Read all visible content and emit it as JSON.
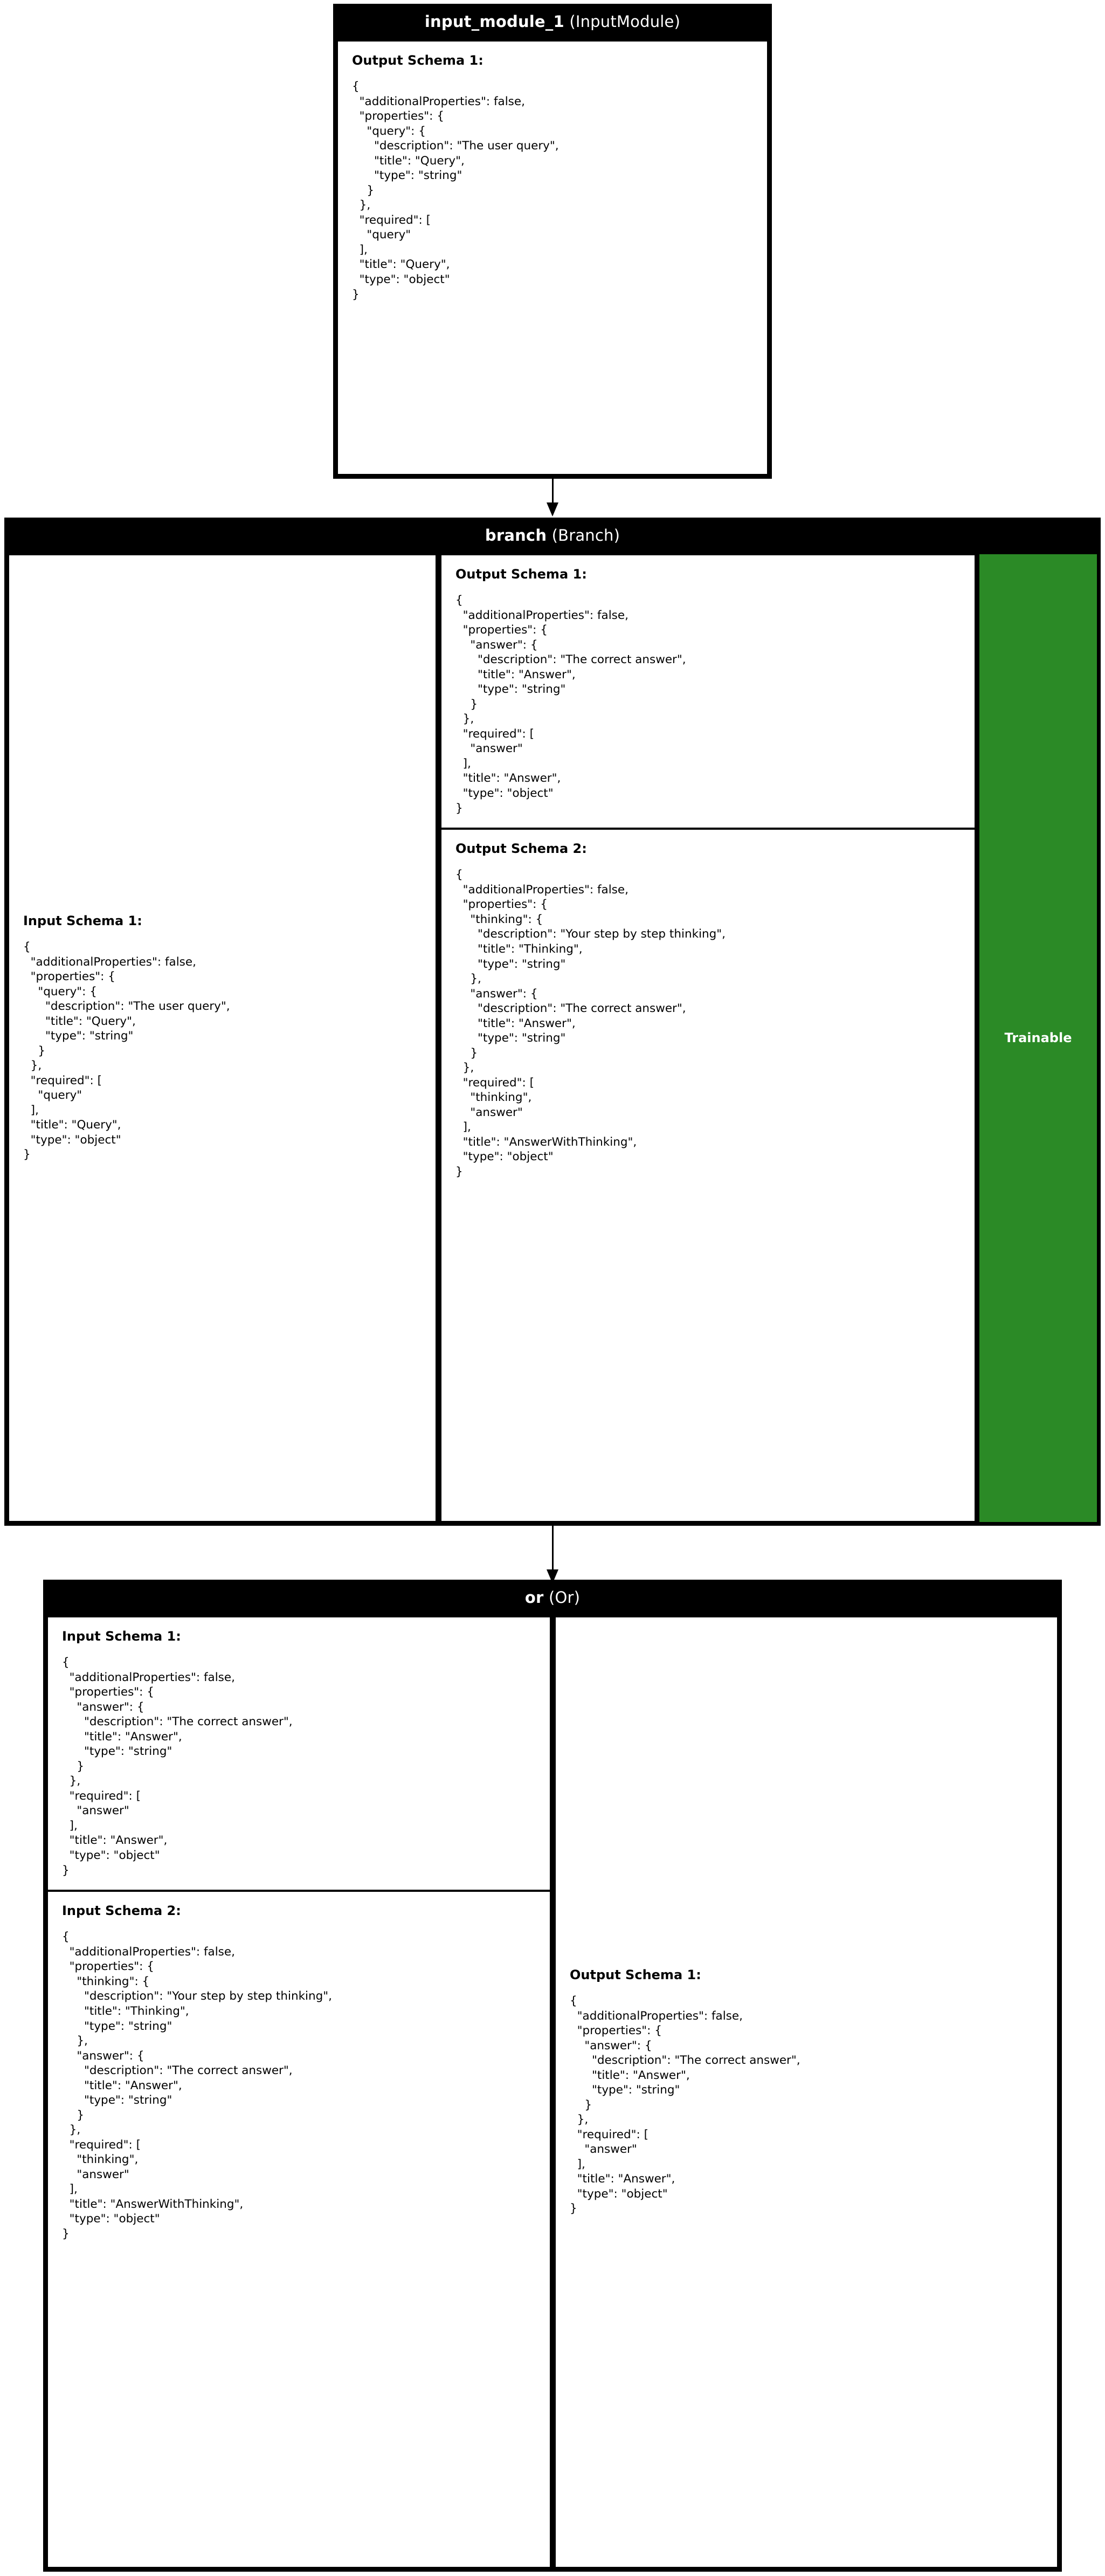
{
  "diagram": {
    "colors": {
      "module_header_bg": "#000000",
      "module_header_text": "#ffffff",
      "trainable_bg": "#2b8a26",
      "trainable_text": "#ffffff",
      "box_border": "#000000",
      "page_bg": "#ffffff"
    }
  },
  "modules": {
    "input_module": {
      "name": "input_module_1",
      "type": "(InputModule)",
      "output_schema_1": {
        "label": "Output Schema 1:",
        "code": "{\n  \"additionalProperties\": false,\n  \"properties\": {\n    \"query\": {\n      \"description\": \"The user query\",\n      \"title\": \"Query\",\n      \"type\": \"string\"\n    }\n  },\n  \"required\": [\n    \"query\"\n  ],\n  \"title\": \"Query\",\n  \"type\": \"object\"\n}"
      }
    },
    "branch": {
      "name": "branch",
      "type": "(Branch)",
      "input_schema_1": {
        "label": "Input Schema 1:",
        "code": "{\n  \"additionalProperties\": false,\n  \"properties\": {\n    \"query\": {\n      \"description\": \"The user query\",\n      \"title\": \"Query\",\n      \"type\": \"string\"\n    }\n  },\n  \"required\": [\n    \"query\"\n  ],\n  \"title\": \"Query\",\n  \"type\": \"object\"\n}"
      },
      "output_schema_1": {
        "label": "Output Schema 1:",
        "code": "{\n  \"additionalProperties\": false,\n  \"properties\": {\n    \"answer\": {\n      \"description\": \"The correct answer\",\n      \"title\": \"Answer\",\n      \"type\": \"string\"\n    }\n  },\n  \"required\": [\n    \"answer\"\n  ],\n  \"title\": \"Answer\",\n  \"type\": \"object\"\n}"
      },
      "output_schema_2": {
        "label": "Output Schema 2:",
        "code": "{\n  \"additionalProperties\": false,\n  \"properties\": {\n    \"thinking\": {\n      \"description\": \"Your step by step thinking\",\n      \"title\": \"Thinking\",\n      \"type\": \"string\"\n    },\n    \"answer\": {\n      \"description\": \"The correct answer\",\n      \"title\": \"Answer\",\n      \"type\": \"string\"\n    }\n  },\n  \"required\": [\n    \"thinking\",\n    \"answer\"\n  ],\n  \"title\": \"AnswerWithThinking\",\n  \"type\": \"object\"\n}"
      },
      "trainable_label": "Trainable"
    },
    "or": {
      "name": "or",
      "type": "(Or)",
      "input_schema_1": {
        "label": "Input Schema 1:",
        "code": "{\n  \"additionalProperties\": false,\n  \"properties\": {\n    \"answer\": {\n      \"description\": \"The correct answer\",\n      \"title\": \"Answer\",\n      \"type\": \"string\"\n    }\n  },\n  \"required\": [\n    \"answer\"\n  ],\n  \"title\": \"Answer\",\n  \"type\": \"object\"\n}"
      },
      "input_schema_2": {
        "label": "Input Schema 2:",
        "code": "{\n  \"additionalProperties\": false,\n  \"properties\": {\n    \"thinking\": {\n      \"description\": \"Your step by step thinking\",\n      \"title\": \"Thinking\",\n      \"type\": \"string\"\n    },\n    \"answer\": {\n      \"description\": \"The correct answer\",\n      \"title\": \"Answer\",\n      \"type\": \"string\"\n    }\n  },\n  \"required\": [\n    \"thinking\",\n    \"answer\"\n  ],\n  \"title\": \"AnswerWithThinking\",\n  \"type\": \"object\"\n}"
      },
      "output_schema_1": {
        "label": "Output Schema 1:",
        "code": "{\n  \"additionalProperties\": false,\n  \"properties\": {\n    \"answer\": {\n      \"description\": \"The correct answer\",\n      \"title\": \"Answer\",\n      \"type\": \"string\"\n    }\n  },\n  \"required\": [\n    \"answer\"\n  ],\n  \"title\": \"Answer\",\n  \"type\": \"object\"\n}"
      }
    }
  }
}
